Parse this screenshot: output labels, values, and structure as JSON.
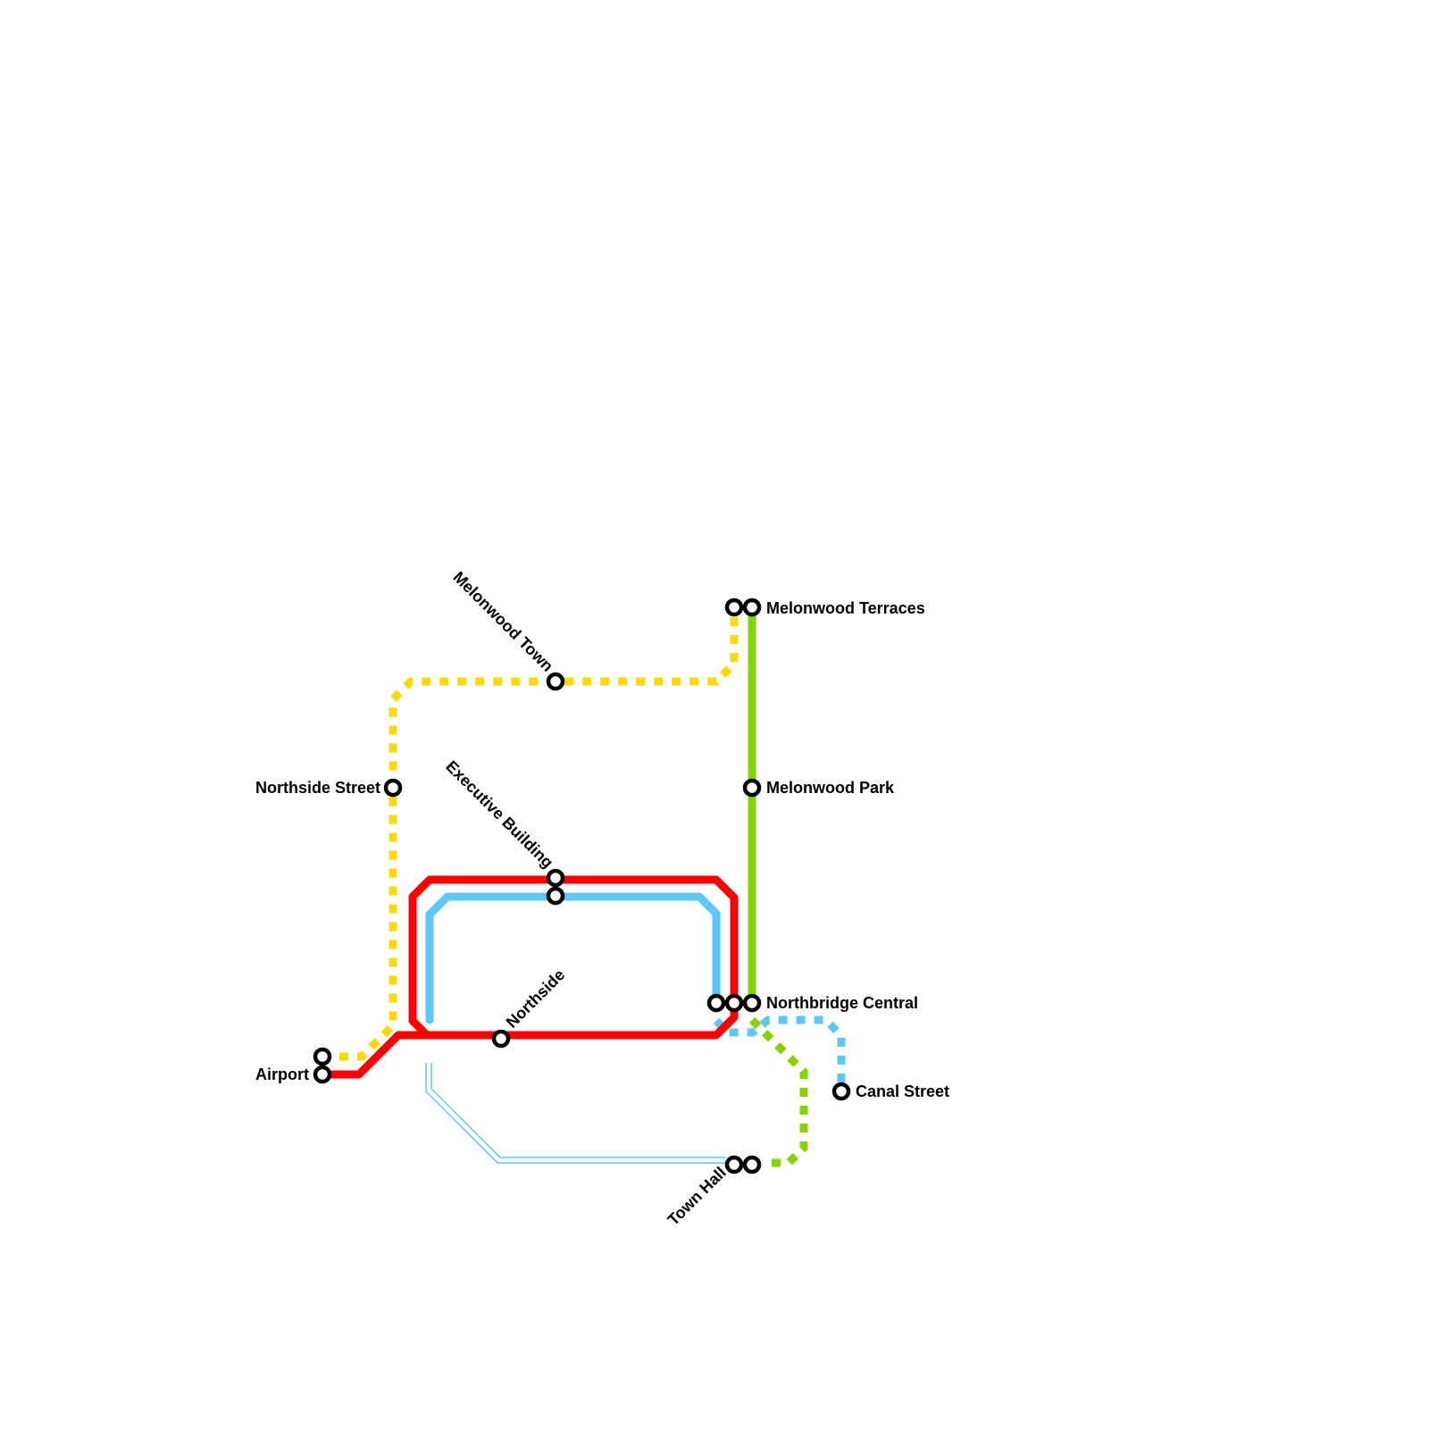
{
  "lines": {
    "red": "#ff0000",
    "blue": "#5bc8f5",
    "yellow": "#ffd900",
    "green": "#84d500"
  },
  "stations": {
    "melonwood_terraces": "Melonwood Terraces",
    "melonwood_town": "Melonwood Town",
    "northside_street": "Northside Street",
    "melonwood_park": "Melonwood Park",
    "executive_building": "Executive Building",
    "northside": "Northside",
    "northbridge_central": "Northbridge Central",
    "airport": "Airport",
    "canal_street": "Canal Street",
    "town_hall": "Town Hall"
  }
}
